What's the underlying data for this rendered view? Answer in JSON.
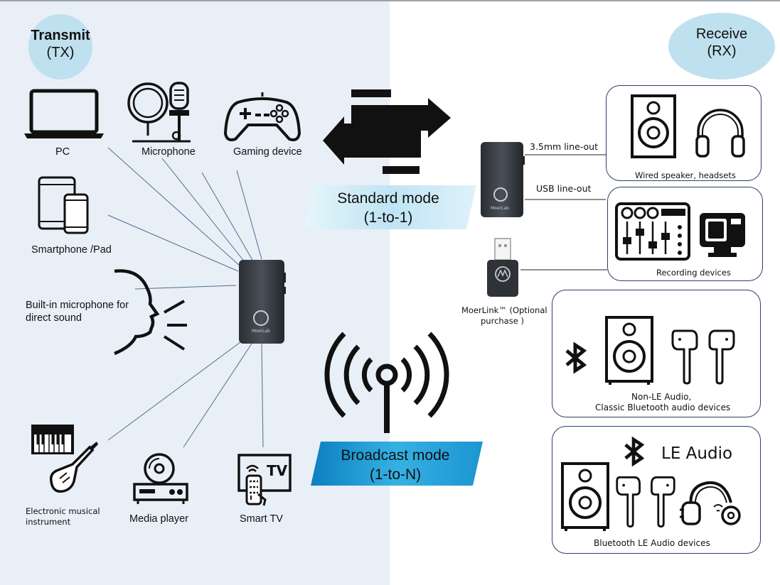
{
  "transmit": {
    "title": "Transmit",
    "code": "(TX)"
  },
  "receive": {
    "title": "Receive",
    "code": "(RX)"
  },
  "tx_sources": {
    "pc": "PC",
    "microphone": "Microphone",
    "gaming": "Gaming device",
    "smartphone": "Smartphone /Pad",
    "builtin_mic_line1": "Built-in microphone for",
    "builtin_mic_line2": "direct sound",
    "instrument_line1": "Electronic musical",
    "instrument_line2": "instrument",
    "media_player": "Media player",
    "smart_tv": "Smart TV",
    "tv_icon_text": "TV"
  },
  "modes": {
    "standard_line1": "Standard mode",
    "standard_line2": "(1-to-1)",
    "broadcast_line1": "Broadcast mode",
    "broadcast_line2": "(1-to-N)"
  },
  "device": {
    "brand": "MoerLab"
  },
  "outputs": {
    "line_out": "3.5mm line-out",
    "usb_out": "USB line-out",
    "moerlink_line1": "MoerLink™ (Optional",
    "moerlink_line2": "purchase )"
  },
  "rx_groups": {
    "wired": "Wired speaker, headsets",
    "recording": "Recording devices",
    "classic_line1": "Non-LE Audio,",
    "classic_line2": "Classic Bluetooth audio devices",
    "le_title": "LE Audio",
    "le_caption": "Bluetooth LE Audio devices"
  },
  "colors": {
    "left_background": "#e9eff7",
    "ellipse": "#bfe0ee",
    "box_border": "#2e3f66",
    "connector_line": "#4d6e92",
    "standard_banner": "#cdeaf5",
    "broadcast_banner": "#1f9bd5"
  }
}
